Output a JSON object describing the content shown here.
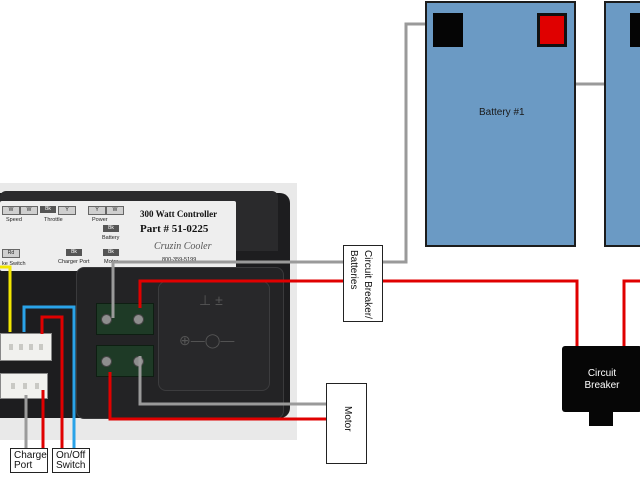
{
  "batteries": [
    {
      "label": "Battery #1"
    }
  ],
  "controller": {
    "title_line1": "300 Watt Controller",
    "title_line2": "Part # 51-0225",
    "brand": "Cruzin Cooler",
    "phone": "800-359-5199",
    "throttle": "Throttle",
    "power": "Power",
    "battery": "Battery",
    "charger_port": "Charger Port",
    "motor": "Motor",
    "brake_switch": "ke Switch",
    "speed_text": "Speed",
    "chip_bk": "Bk",
    "chip_rd": "Rd",
    "chip_w": "W",
    "chip_y": "Y"
  },
  "labels": {
    "circuit_breaker_batteries": [
      "Circuit Breaker/",
      "Batteries"
    ],
    "motor": "Motor",
    "circuit_breaker": [
      "Circuit",
      "Breaker"
    ],
    "charge_port": [
      "Charge",
      "Port"
    ],
    "on_off_switch": [
      "On/Off",
      "Switch"
    ]
  },
  "colors": {
    "battery_fill": "#6b9ac4",
    "terminal_positive": "#e00000",
    "terminal_negative": "#050505",
    "wire_red": "#e00000",
    "wire_gray": "#9a9a9a",
    "wire_yellow": "#f2e600",
    "wire_blue": "#2aa3e8",
    "breaker_fill": "#060606"
  }
}
